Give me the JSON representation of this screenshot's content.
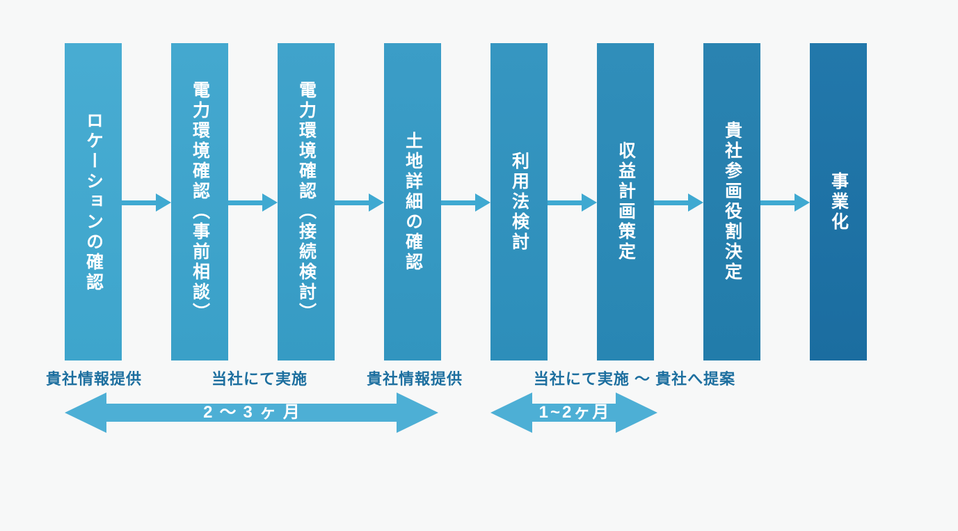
{
  "page": {
    "background": "#f7f8f8"
  },
  "flow": {
    "step_text_color": "#ffffff",
    "connector_color": "#3fa9d1",
    "steps": [
      {
        "label": "ロケーションの確認",
        "color_top": "#48acd2",
        "color_bottom": "#3ea5cc"
      },
      {
        "label": "電力環境確認（事前相談）",
        "color_top": "#44a8cf",
        "color_bottom": "#3aa0c8"
      },
      {
        "label": "電力環境確認（接続検討）",
        "color_top": "#40a3cb",
        "color_bottom": "#369bc4"
      },
      {
        "label": "土地詳細の確認",
        "color_top": "#3b9dc7",
        "color_bottom": "#3295bf"
      },
      {
        "label": "利用法検討",
        "color_top": "#3696c1",
        "color_bottom": "#2d8eba"
      },
      {
        "label": "収益計画策定",
        "color_top": "#308eba",
        "color_bottom": "#2886b3"
      },
      {
        "label": "貴社参画役割決定",
        "color_top": "#2a83b1",
        "color_bottom": "#227caa"
      },
      {
        "label": "事業化",
        "color_top": "#2278ab",
        "color_bottom": "#1b6da0"
      }
    ]
  },
  "annotations": {
    "text_color": "#1d6f9f",
    "labels": [
      {
        "text": "貴社情報提供"
      },
      {
        "text": "当社にて実施"
      },
      {
        "text": "貴社情報提供"
      },
      {
        "text": "当社にて実施 ～ 貴社へ提案"
      }
    ]
  },
  "timeline": {
    "color": "#4dafd5",
    "label_color": "#ffffff",
    "arrows": [
      {
        "label": "2～3ヶ月"
      },
      {
        "label": "1~2ヶ月"
      }
    ]
  }
}
